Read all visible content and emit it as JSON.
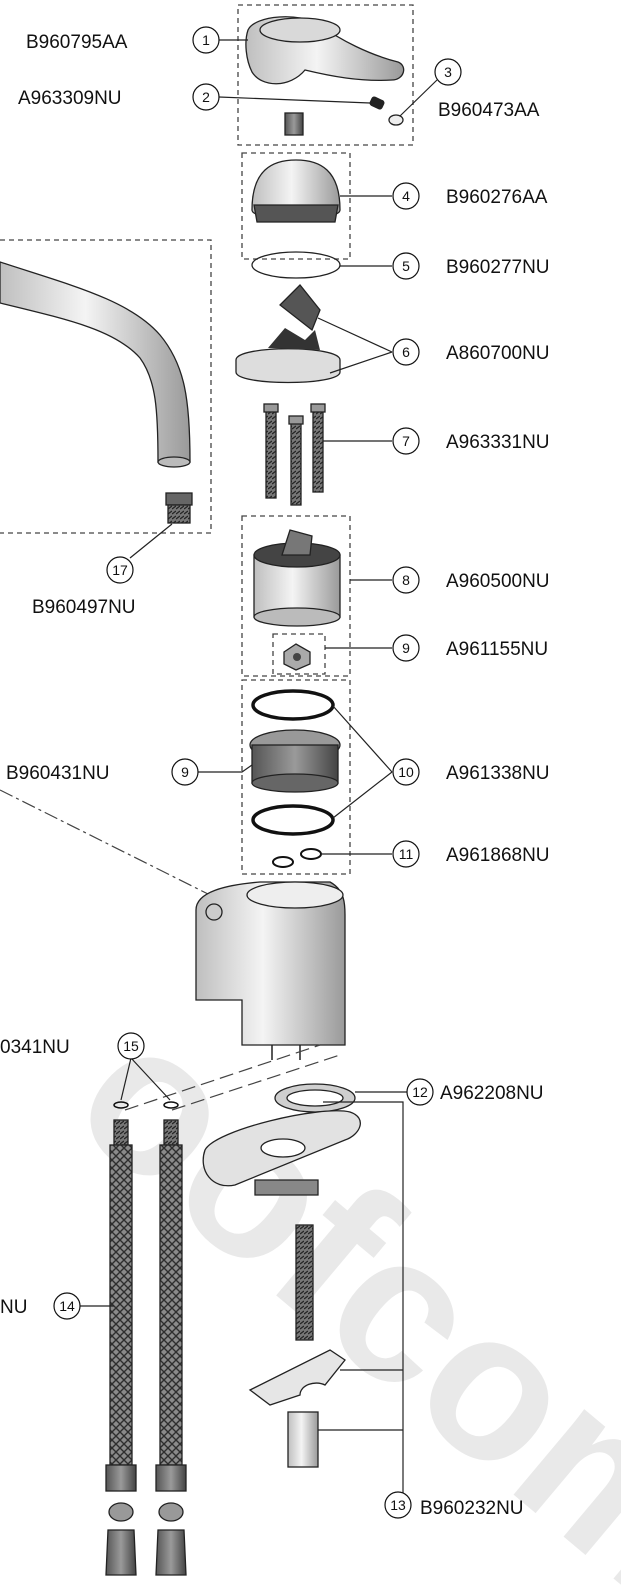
{
  "watermark": "oofcom",
  "callouts": [
    {
      "num": "1",
      "code": "B960795AA"
    },
    {
      "num": "2",
      "code": "A963309NU"
    },
    {
      "num": "3",
      "code": "B960473AA"
    },
    {
      "num": "4",
      "code": "B960276AA"
    },
    {
      "num": "5",
      "code": "B960277NU"
    },
    {
      "num": "6",
      "code": "A860700NU"
    },
    {
      "num": "7",
      "code": "A963331NU"
    },
    {
      "num": "8",
      "code": "A960500NU"
    },
    {
      "num": "9",
      "code": "A961155NU"
    },
    {
      "num": "9",
      "code": "B960431NU"
    },
    {
      "num": "10",
      "code": "A961338NU"
    },
    {
      "num": "11",
      "code": "A961868NU"
    },
    {
      "num": "12",
      "code": "A962208NU"
    },
    {
      "num": "13",
      "code": "B960232NU"
    },
    {
      "num": "14",
      "code": "NU"
    },
    {
      "num": "15",
      "code": "0341NU"
    },
    {
      "num": "17",
      "code": "B960497NU"
    }
  ]
}
